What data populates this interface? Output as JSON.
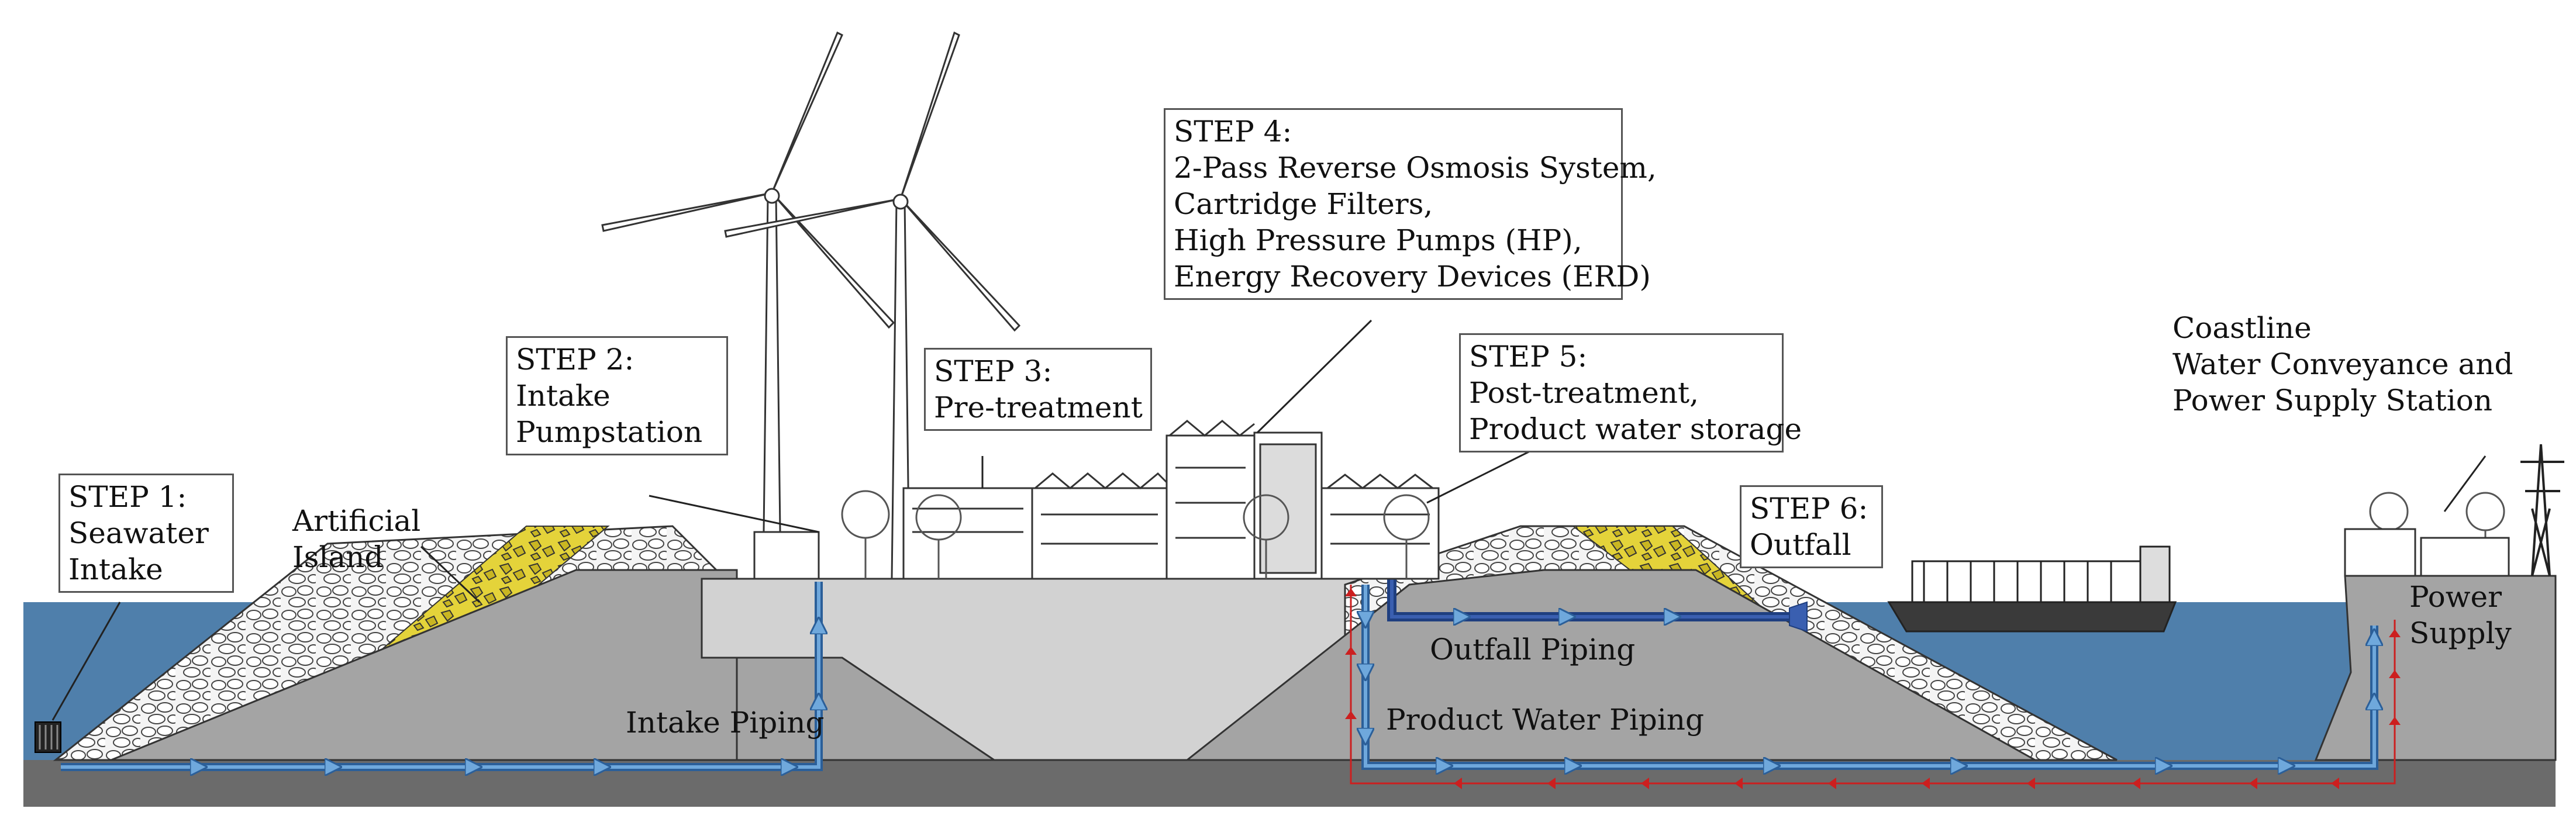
{
  "colors": {
    "sea": "#4f7fab",
    "ground": "#6b6b6b",
    "island": "#a4a4a4",
    "platform": "#d2d2d2",
    "pipe_blue": "#3d6ea9",
    "pipe_red": "#cc1f1f",
    "rock_fill": "#f2f2f2",
    "armour_yellow": "#e6d43a",
    "outline": "#333333"
  },
  "steps": {
    "step1": {
      "lines": [
        "STEP 1:",
        "Seawater",
        "Intake"
      ]
    },
    "step2": {
      "lines": [
        "STEP 2:",
        "Intake",
        "Pumpstation"
      ]
    },
    "step3": {
      "lines": [
        "STEP 3:",
        "Pre-treatment"
      ]
    },
    "step4": {
      "lines": [
        "STEP 4:",
        "2-Pass Reverse Osmosis System,",
        "Cartridge Filters,",
        "High Pressure Pumps (HP),",
        "Energy Recovery Devices (ERD)"
      ]
    },
    "step5": {
      "lines": [
        "STEP 5:",
        "Post-treatment,",
        "Product water storage"
      ]
    },
    "step6": {
      "lines": [
        "STEP 6:",
        "Outfall"
      ]
    }
  },
  "labels": {
    "artificial_island": [
      "Artificial",
      "Island"
    ],
    "coastline_station": [
      "Coastline",
      "Water Conveyance and",
      "Power Supply Station"
    ],
    "intake_piping": "Intake Piping",
    "outfall_piping": "Outfall Piping",
    "product_water_piping": "Product Water Piping",
    "power_supply": [
      "Power",
      "Supply"
    ]
  },
  "icons": {
    "wind_turbines": "wind-turbine-icon",
    "ship": "ship-icon",
    "trees": "tree-icon",
    "pylon": "power-pylon-icon",
    "intake_screen": "intake-screen-icon",
    "flow_arrows": "flow-arrow-icon"
  }
}
